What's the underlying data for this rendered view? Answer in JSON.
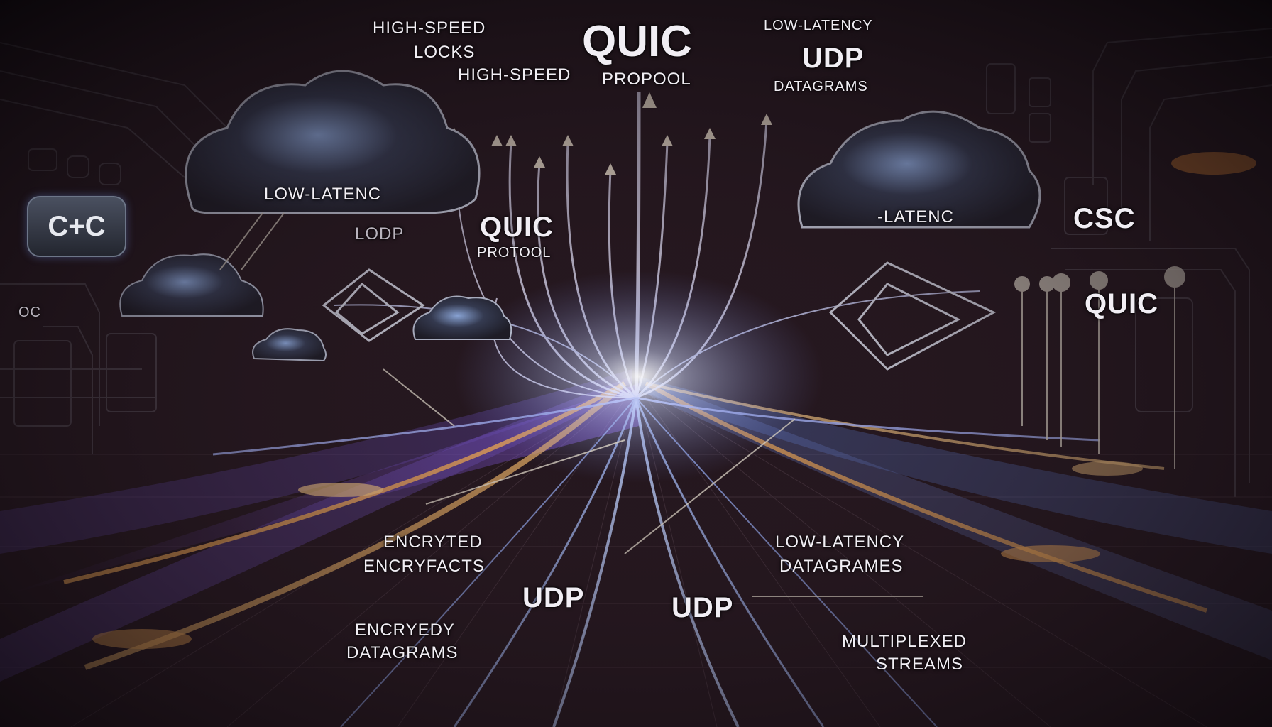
{
  "labels": {
    "high_speed_1": "HIGH-SPEED",
    "locks": "LOCKS",
    "high_speed_2": "HIGH-SPEED",
    "quic_main": "QUIC",
    "protocol_main": "PROPOOL",
    "low_latency_top": "LOW-LATENCY",
    "udp_top": "UDP",
    "datagrams_top": "DATAGRAMS",
    "cloud_label_left": "LOW-LATENC",
    "cloud_label_right": "-LATENC",
    "badge_left": "C+C",
    "ldp": "LODP",
    "quic_mid": "QUIC",
    "protocol_mid": "PROTOOL",
    "csc": "CSC",
    "quic_right": "QUIC",
    "oc_left": "OC",
    "encryted": "ENCRYTED",
    "encryfacts": "ENCRYFACTS",
    "udp_bottom_1": "UDP",
    "udp_bottom_2": "UDP",
    "low_latency_bottom": "LOW-LATENCY",
    "datagrames": "DATAGRAMES",
    "encryedy": "ENCRYEDY",
    "datagrams_bottom": "DATAGRAMS",
    "multiplexed": "MULTIPLEXED",
    "streams": "STREAMS"
  },
  "colors": {
    "background": "#0d0a10",
    "glow_white": "#f4f1ff",
    "beam_blue": "#7aa6e8",
    "beam_purple": "#7a4fd0",
    "beam_orange": "#f5a24a",
    "text": "#f1eef4"
  }
}
